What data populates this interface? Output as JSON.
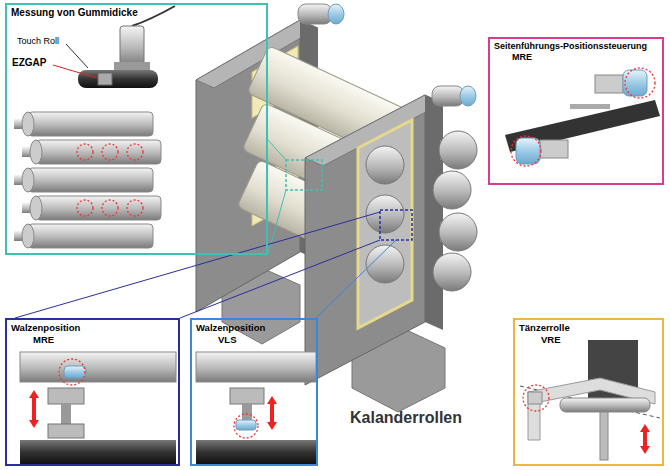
{
  "diagram": {
    "nodes": [
      {
        "text": [
          "Messung von Gummidicke"
        ]
      },
      {
        "text": [
          "Seitenführungs-Positionssteuerung",
          "MRE"
        ]
      },
      {
        "text": [
          "Walzenposition",
          "MRE"
        ]
      },
      {
        "text": [
          "Walzenposition",
          "VLS"
        ]
      },
      {
        "text": [
          "Tänzerrolle",
          "VRE"
        ]
      }
    ],
    "labels": [
      "Touch Roll",
      "EZGAP",
      "Kalanderrollen"
    ]
  }
}
